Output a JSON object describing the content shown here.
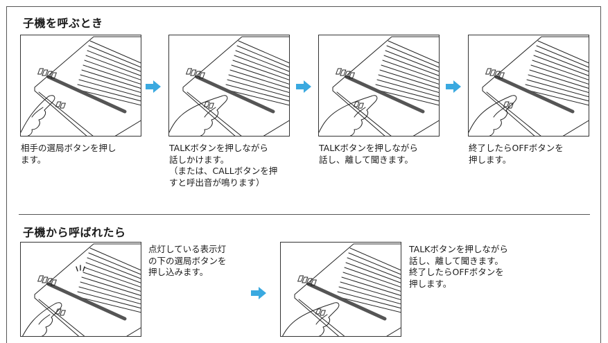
{
  "section1": {
    "title": "子機を呼ぶとき",
    "steps": [
      {
        "caption": "相手の選局ボタンを押し\nます。"
      },
      {
        "caption": "TALKボタンを押しながら\n話しかけます。\n（または、CALLボタンを押\nすと呼出音が鳴ります）"
      },
      {
        "caption": "TALKボタンを押しながら\n話し、離して聞きます。"
      },
      {
        "caption": "終了したらOFFボタンを\n押します。"
      }
    ]
  },
  "section2": {
    "title": "子機から呼ばれたら",
    "steps": [
      {
        "caption": "点灯している表示灯\nの下の選局ボタンを\n押し込みます。"
      },
      {
        "caption": "TALKボタンを押しながら\n話し、離して聞きます。\n終了したらOFFボタンを\n押します。"
      }
    ]
  },
  "colors": {
    "arrow": "#3aa9e0",
    "line": "#222222",
    "panel_bar": "#555555"
  }
}
